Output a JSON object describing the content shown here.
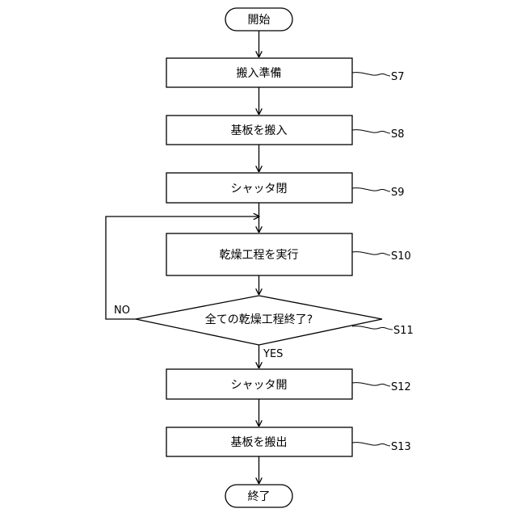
{
  "flowchart": {
    "start": "開始",
    "end": "終了",
    "steps": {
      "s7": {
        "text": "搬入準備",
        "ref": "S7"
      },
      "s8": {
        "text": "基板を搬入",
        "ref": "S8"
      },
      "s9": {
        "text": "シャッタ閉",
        "ref": "S9"
      },
      "s10": {
        "text": "乾燥工程を実行",
        "ref": "S10"
      },
      "s11": {
        "text": "全ての乾燥工程終了?",
        "ref": "S11"
      },
      "s12": {
        "text": "シャッタ開",
        "ref": "S12"
      },
      "s13": {
        "text": "基板を搬出",
        "ref": "S13"
      }
    },
    "branch": {
      "yes": "YES",
      "no": "NO"
    }
  }
}
